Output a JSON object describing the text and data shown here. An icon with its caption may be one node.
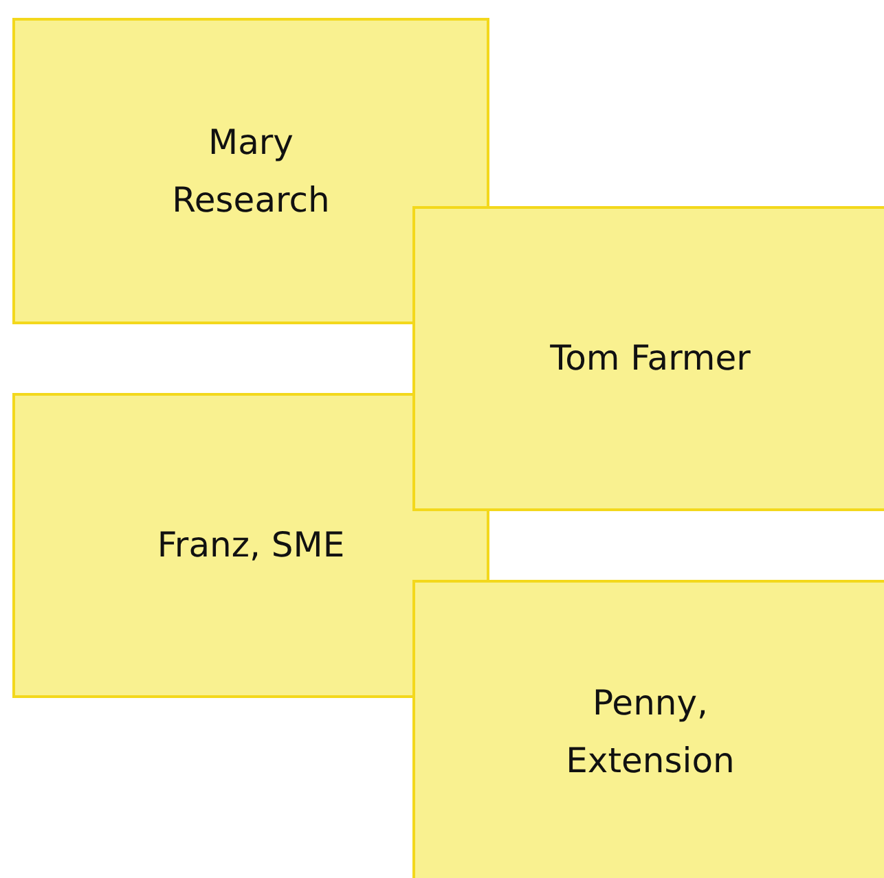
{
  "diagram": {
    "nodes": [
      {
        "text": [
          "Mary Research"
        ]
      },
      {
        "text": [
          "Tom Farmer"
        ]
      },
      {
        "text": [
          "Franz, SME"
        ]
      },
      {
        "text": [
          "Penny, Extension"
        ]
      }
    ]
  }
}
